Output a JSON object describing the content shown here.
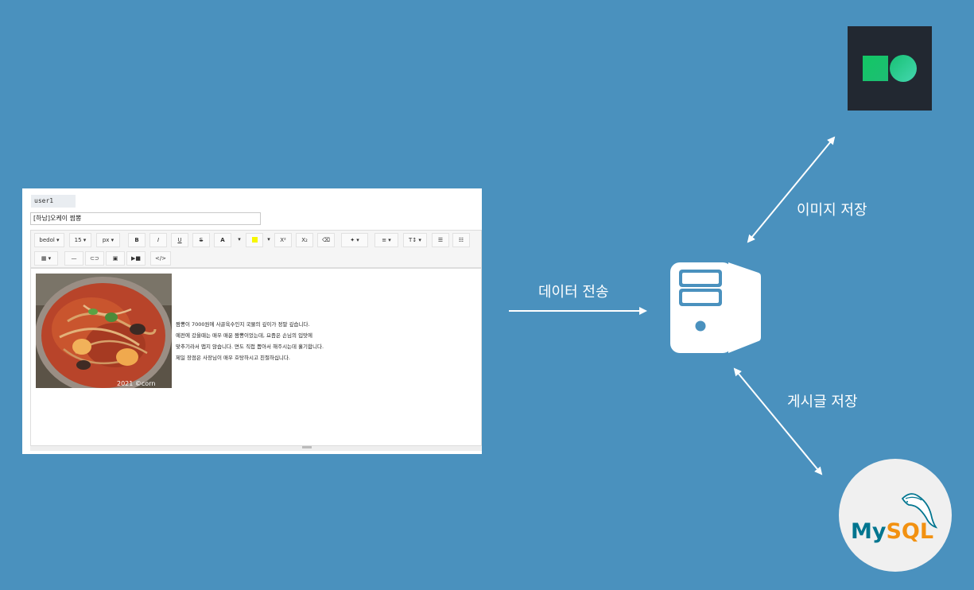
{
  "editor": {
    "user_tab": "user1",
    "title_input": "[하남]오케이 짬뽕",
    "toolbar": {
      "font_name": "bedol ▾",
      "font_size": "15 ▾",
      "unit": "px ▾",
      "bold": "B",
      "italic": "I",
      "underline": "U",
      "strike": "S",
      "font_color": "A",
      "superscript": "X²",
      "subscript": "X₂",
      "eraser": "⌫",
      "magic": "✦ ▾",
      "align": "≡ ▾",
      "text_style": "T↕ ▾",
      "ul": "☰",
      "ol": "☷",
      "table": "▦ ▾",
      "hr": "—",
      "link": "⊂⊃",
      "image": "▣",
      "video": "▶■",
      "code": "</>"
    },
    "photo_caption": "2021 ©corn",
    "body_lines": [
      "짬뽕이 7000원에 사골육수인지 국물의 깊이가 정말 깊습니다.",
      "예전에 갔을때는 매우 매운 짬뽕이었는데, 요즘은 손님의 입맛에",
      "맞추기라서 맵지 않습니다. 면도 직접 뽑아서 해주시는데 훌기합니다.",
      "제일 장점은 사장님이 매우 호탕하시고 친절하십니다."
    ]
  },
  "labels": {
    "data_transfer": "데이터 전송",
    "image_save": "이미지 저장",
    "post_save": "게시글 저장"
  },
  "mysql_logo_text": "MySQL",
  "colors": {
    "background": "#4a91be",
    "arrow": "#ffffff",
    "server_icon": "#ffffff",
    "logo_dark_bg": "#222831",
    "logo_green": "#12c764",
    "logo_teal": "#38d3a0",
    "mysql_teal": "#00758f",
    "mysql_orange": "#f29111"
  },
  "icons": [
    "server-icon",
    "image-storage-logo",
    "mysql-logo"
  ]
}
